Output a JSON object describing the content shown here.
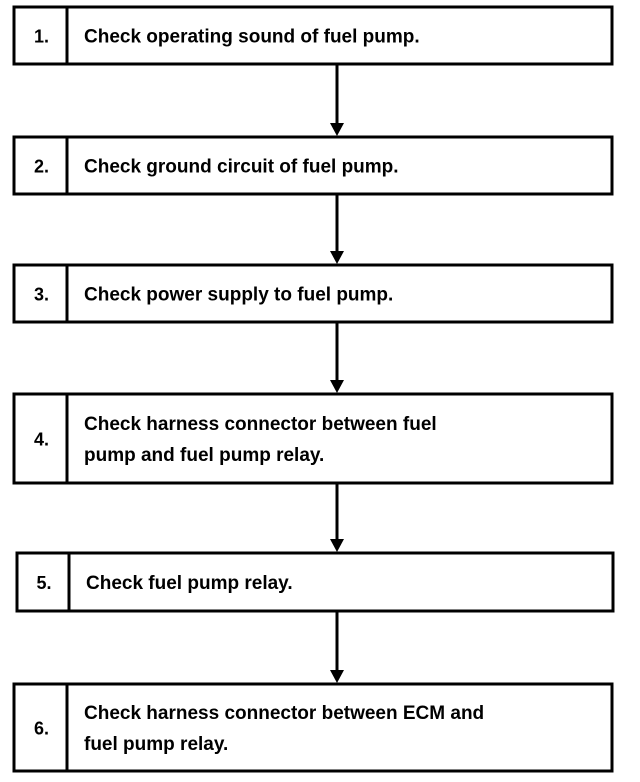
{
  "diagram": {
    "type": "flowchart",
    "steps": [
      {
        "number": "1.",
        "lines": [
          "Check operating sound of fuel pump."
        ]
      },
      {
        "number": "2.",
        "lines": [
          "Check ground circuit of fuel pump."
        ]
      },
      {
        "number": "3.",
        "lines": [
          "Check power supply to fuel pump."
        ]
      },
      {
        "number": "4.",
        "lines": [
          "Check harness connector between fuel",
          "pump and fuel pump relay."
        ]
      },
      {
        "number": "5.",
        "lines": [
          "Check fuel pump relay."
        ]
      },
      {
        "number": "6.",
        "lines": [
          "Check harness connector between ECM and",
          "fuel pump relay."
        ]
      }
    ]
  }
}
